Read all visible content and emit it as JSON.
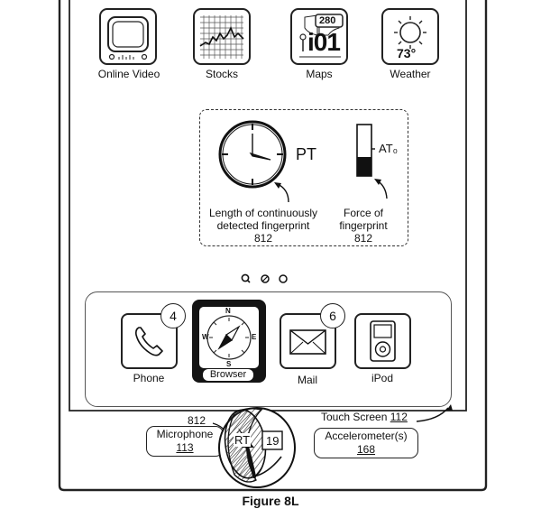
{
  "apps": [
    {
      "label": "Online Video",
      "icon": "tv-icon"
    },
    {
      "label": "Stocks",
      "icon": "chart-icon"
    },
    {
      "label": "Maps",
      "icon": "map-icon",
      "sign": "280",
      "sign2": "i01"
    },
    {
      "label": "Weather",
      "icon": "sun-icon",
      "temp": "73°"
    }
  ],
  "indicator_panel": {
    "dial_label": "PT",
    "gauge_label": "AT₀",
    "left_caption_1": "Length of continuously",
    "left_caption_2": "detected fingerprint",
    "left_caption_3": "812",
    "right_caption_1": "Force of",
    "right_caption_2": "fingerprint",
    "right_caption_3": "812"
  },
  "page_dots": [
    "search",
    "active",
    "inactive"
  ],
  "dock": [
    {
      "label": "Phone",
      "icon": "phone-icon",
      "badge": "4"
    },
    {
      "label": "Browser",
      "icon": "compass-icon",
      "badge": ""
    },
    {
      "label": "Mail",
      "icon": "envelope-icon",
      "badge": "6"
    },
    {
      "label": "iPod",
      "icon": "ipod-icon",
      "badge": ""
    }
  ],
  "compass_letters": {
    "n": "N",
    "s": "S",
    "e": "E",
    "w": "W"
  },
  "callouts": {
    "touch_screen": "Touch Screen",
    "touch_screen_ref": "112",
    "microphone": "Microphone",
    "microphone_ref": "113",
    "accelerometer": "Accelerometer(s)",
    "accelerometer_ref": "168",
    "fingerprint_ref": "812",
    "home_button_label": "RT",
    "sensor_ref": "19"
  },
  "figure_caption": "Figure 8L"
}
